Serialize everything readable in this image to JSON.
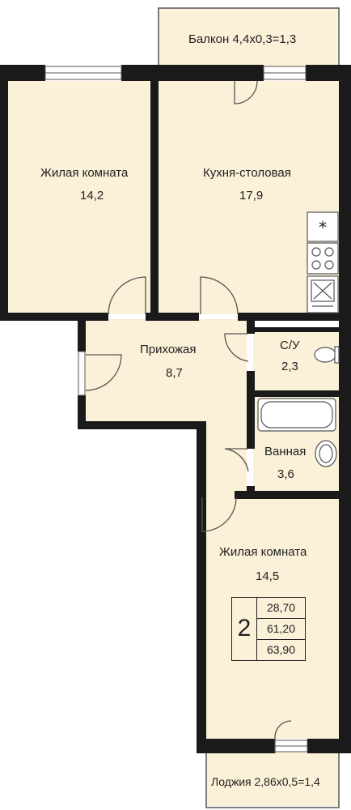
{
  "rooms": {
    "balcony": {
      "name": "Балкон 4,4x0,3=1,3"
    },
    "living1": {
      "name": "Жилая комната",
      "area": "14,2"
    },
    "kitchen": {
      "name": "Кухня-столовая",
      "area": "17,9"
    },
    "hall": {
      "name": "Прихожая",
      "area": "8,7"
    },
    "wc": {
      "name": "С/У",
      "area": "2,3"
    },
    "bath": {
      "name": "Ванная",
      "area": "3,6"
    },
    "living2": {
      "name": "Жилая комната",
      "area": "14,5"
    },
    "loggia": {
      "name": "Лоджия 2,86x0,5=1,4"
    }
  },
  "summary": {
    "rooms_count": "2",
    "living_area": "28,70",
    "total_area": "61,20",
    "total_with_loggia": "63,90"
  },
  "colors": {
    "floor": "#fbf0d8",
    "wall": "#1a1a1a",
    "line": "#555555"
  },
  "icons": [
    "fridge-icon",
    "stove-icon",
    "sink-icon",
    "toilet-icon",
    "bathtub-icon",
    "washbasin-icon"
  ]
}
